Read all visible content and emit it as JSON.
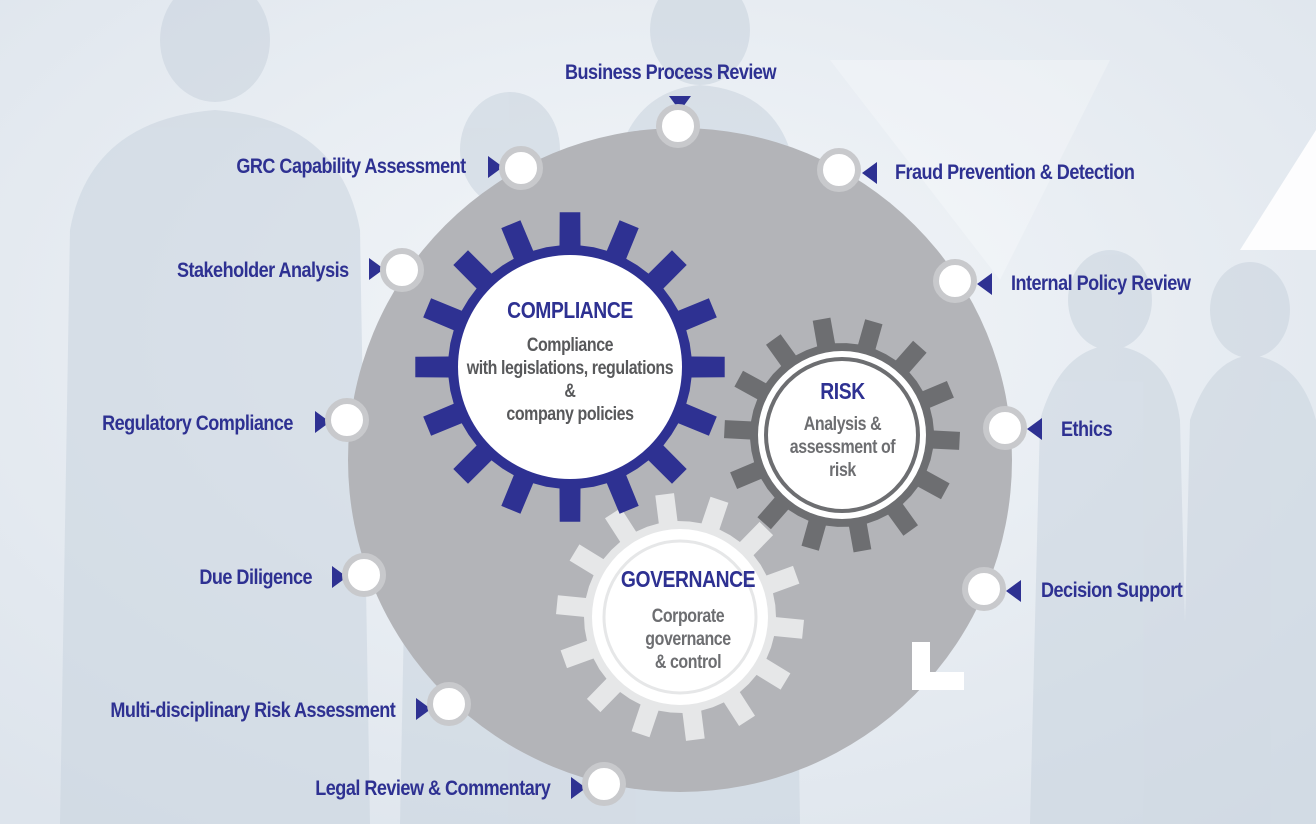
{
  "colors": {
    "label": "#2e3192",
    "compliance_gear": "#2e3192",
    "risk_gear": "#6d6e71",
    "governance_gear": "#e6e7e8",
    "wheel": "#b3b4b8"
  },
  "gears": {
    "compliance": {
      "title": "COMPLIANCE",
      "body": "Compliance\nwith legislations, regulations\n&\ncompany policies"
    },
    "risk": {
      "title": "RISK",
      "body": "Analysis &\nassessment of\nrisk"
    },
    "governance": {
      "title": "GOVERNANCE",
      "body": "Corporate\ngovernance\n& control"
    }
  },
  "services": [
    "Business Process Review",
    "GRC Capability Assessment",
    "Fraud Prevention & Detection",
    "Stakeholder Analysis",
    "Internal Policy Review",
    "Regulatory Compliance",
    "Ethics",
    "Due Diligence",
    "Decision Support",
    "Multi-disciplinary Risk Assessment",
    "Legal Review & Commentary"
  ]
}
